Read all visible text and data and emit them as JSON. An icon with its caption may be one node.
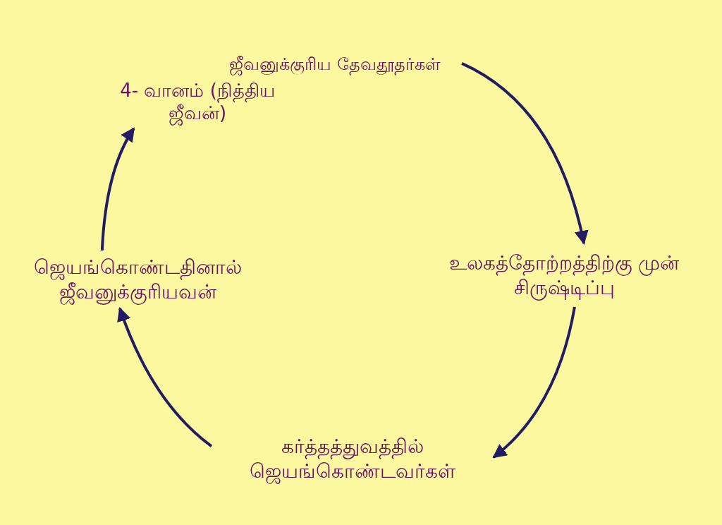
{
  "diagram": {
    "nodes": [
      {
        "text": [
          "ஜீவனுக்குரிய தேவதூதர்கள்"
        ]
      },
      {
        "text": [
          "உலகத்தோற்றத்திற்கு முன் சிருஷ்டிப்பு"
        ]
      },
      {
        "text": [
          "கர்த்தத்துவத்தில் ஜெயங்கொண்டவர்கள்"
        ]
      },
      {
        "text": [
          "ஜெயங்கொண்டதினால் ஜீவனுக்குரியவன்"
        ]
      },
      {
        "text": [
          "4- வானம் (நித்திய ஜீவன்)"
        ]
      }
    ],
    "edges": [
      {
        "from": 0,
        "to": 1,
        "arrow": "to"
      },
      {
        "from": 1,
        "to": 2,
        "arrow": "to"
      },
      {
        "from": 2,
        "to": 3,
        "arrow": "to"
      },
      {
        "from": 3,
        "to": 4,
        "arrow": "to"
      }
    ]
  }
}
